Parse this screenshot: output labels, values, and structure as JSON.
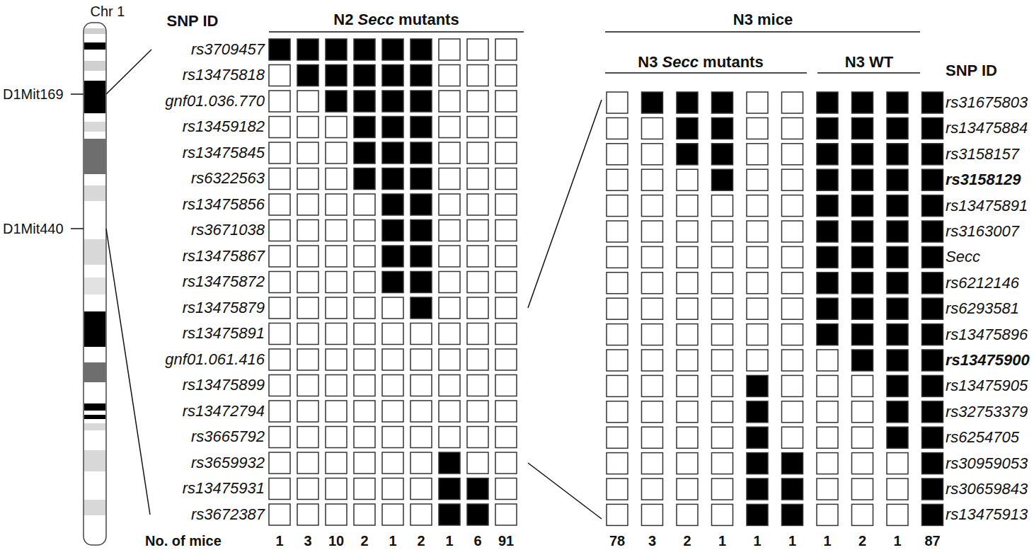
{
  "diagram": {
    "labels": [
      "Chr 1",
      "SNP ID",
      "N2 Secc mutants",
      "N3 mice",
      "D1Mit169",
      "D1Mit440",
      "rs3709457",
      "rs13475818",
      "gnf01.036.770",
      "rs13459182",
      "rs13475845",
      "rs6322563",
      "rs13475856",
      "rs3671038",
      "rs13475867",
      "rs13475872",
      "rs13475879",
      "rs13475891",
      "gnf01.061.416",
      "rs13475899",
      "rs13472794",
      "rs3665792",
      "rs3659932",
      "rs13475931",
      "rs3672387",
      "N3 Secc mutants",
      "N3 WT",
      "SNP ID",
      "rs31675803",
      "rs13475884",
      "rs3158157",
      "rs3158129",
      "rs13475891",
      "rs3163007",
      "Secc",
      "rs6212146",
      "rs6293581",
      "rs13475896",
      "rs13475900",
      "rs13475905",
      "rs32753379",
      "rs6254705",
      "rs30959053",
      "rs30659843",
      "rs13475913",
      "No. of mice",
      "1",
      "3",
      "10",
      "2",
      "1",
      "2",
      "1",
      "6",
      "91",
      "78",
      "3",
      "2",
      "1",
      "1",
      "1",
      "1",
      "2",
      "1",
      "87"
    ]
  }
}
